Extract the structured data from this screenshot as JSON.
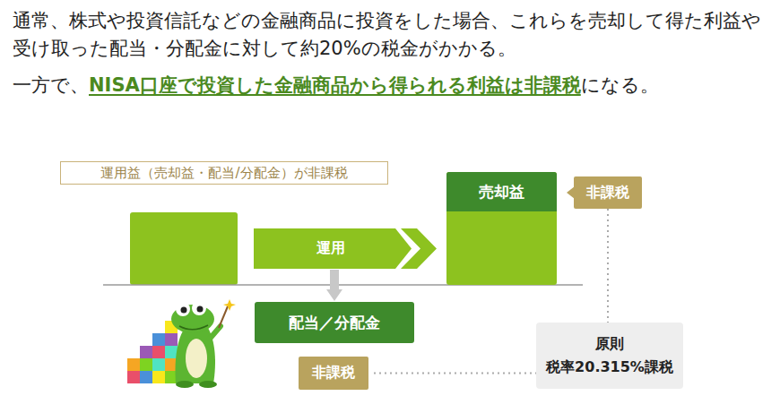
{
  "diagram": {
    "nodes": [
      {
        "text": [
          "運用益（売却益・配当/分配金）が非課税"
        ]
      },
      {
        "text": [
          "運用"
        ]
      },
      {
        "text": [
          "売却益"
        ]
      },
      {
        "text": [
          "非課税"
        ]
      },
      {
        "text": [
          "配当／分配金"
        ]
      },
      {
        "text": [
          "非課税"
        ]
      },
      {
        "text": [
          "原則",
          "税率20.315%課税"
        ]
      }
    ],
    "edges": [
      {
        "from": 1,
        "to": 4,
        "arrow": "to"
      },
      {
        "from": 3,
        "to": 6,
        "arrow": "none"
      },
      {
        "from": 5,
        "to": 6,
        "arrow": "none"
      }
    ],
    "labels": [
      "通常、株式や投資信託などの金融商品に投資をした場合、これらを売却して得た利益や受け取った配当・分配金に対して約20%の税金がかかる。",
      "一方で、",
      "NISA口座で投資した金融商品から得られる利益は非課税",
      "になる。"
    ]
  }
}
